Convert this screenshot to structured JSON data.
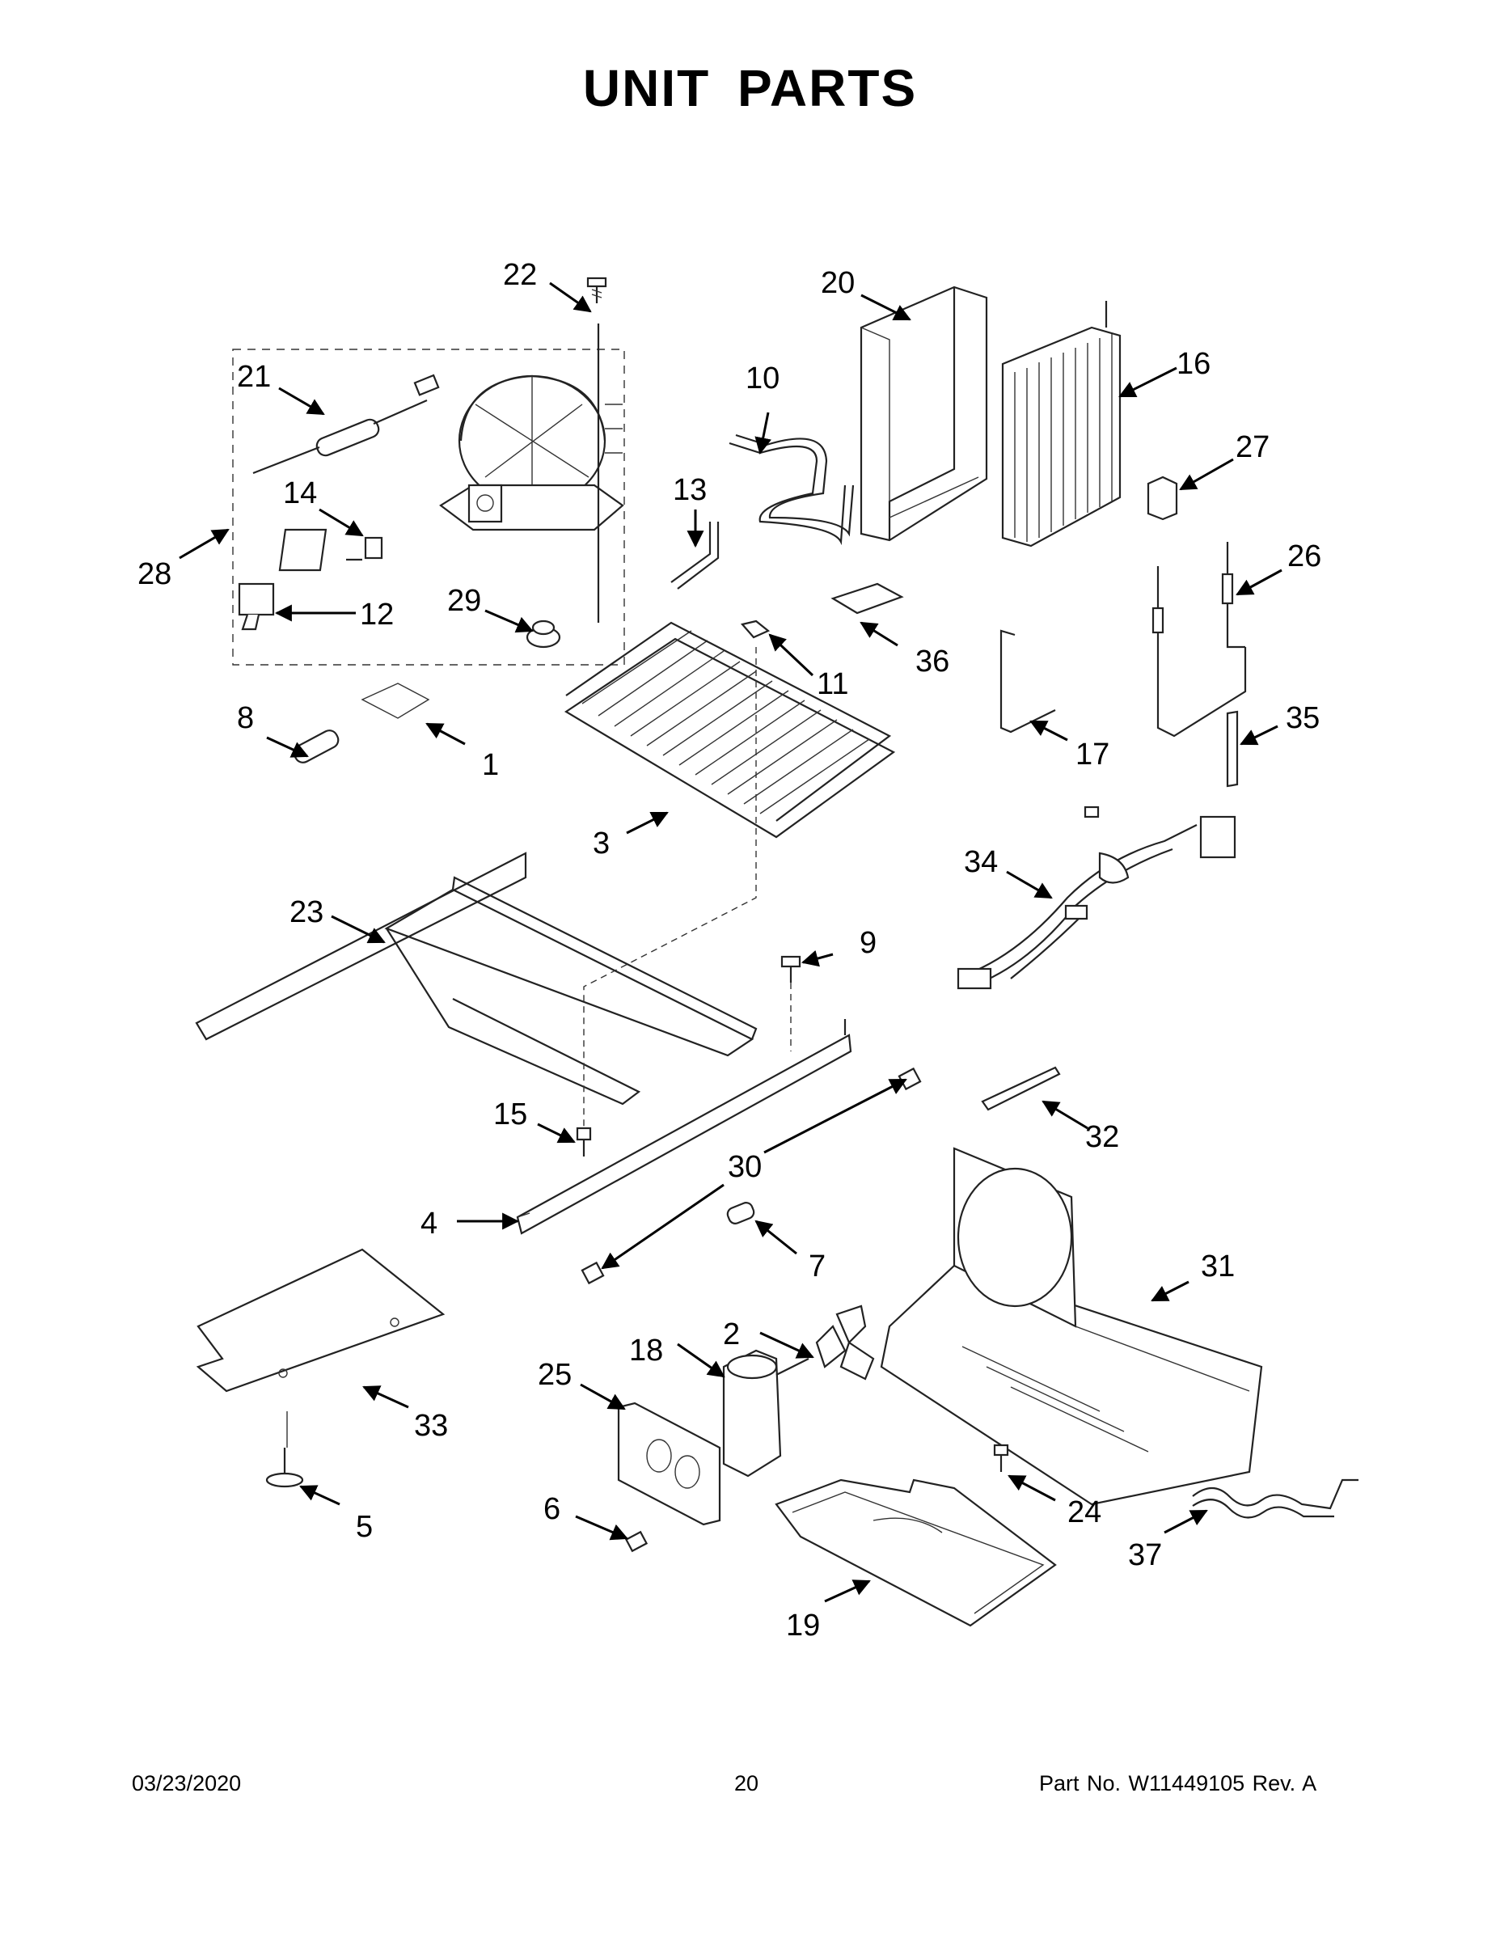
{
  "title": "UNIT  PARTS",
  "callouts": [
    "1",
    "2",
    "3",
    "4",
    "5",
    "6",
    "7",
    "8",
    "9",
    "10",
    "11",
    "12",
    "13",
    "14",
    "15",
    "16",
    "17",
    "18",
    "19",
    "20",
    "21",
    "22",
    "23",
    "24",
    "25",
    "26",
    "27",
    "28",
    "29",
    "30",
    "31",
    "32",
    "33",
    "34",
    "35",
    "36",
    "37"
  ],
  "footer": {
    "date": "03/23/2020",
    "page": "20",
    "part_no": "Part No.  W11449105  Rev.  A"
  }
}
